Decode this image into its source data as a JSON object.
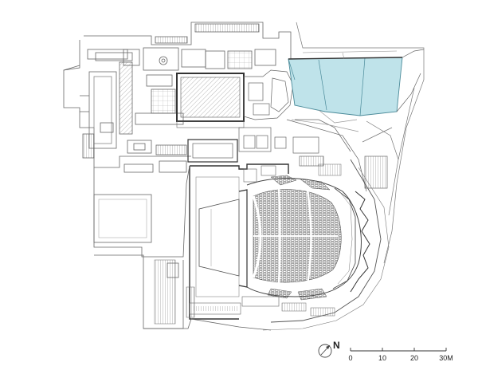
{
  "north_arrow": {
    "label": "N",
    "icon": "north-arrow-icon"
  },
  "scale_bar": {
    "ticks": [
      "0",
      "10",
      "20",
      "30M"
    ],
    "values_m": [
      0,
      10,
      20,
      30
    ]
  },
  "colors": {
    "line": "#6a6a6a",
    "line_dark": "#333333",
    "glass_fill": "#bfe3ea",
    "glass_stroke": "#4a8a99"
  }
}
